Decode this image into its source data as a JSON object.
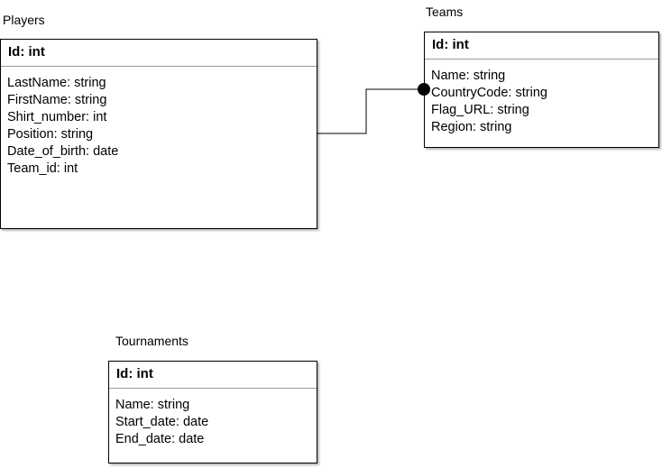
{
  "entities": {
    "players": {
      "label": "Players",
      "key": "Id: int",
      "fields": [
        "LastName: string",
        "FirstName: string",
        "Shirt_number: int",
        "Position: string",
        "Date_of_birth: date",
        "Team_id: int"
      ]
    },
    "teams": {
      "label": "Teams",
      "key": "Id: int",
      "fields": [
        "Name: string",
        "CountryCode: string",
        "Flag_URL: string",
        "Region: string"
      ]
    },
    "tournaments": {
      "label": "Tournaments",
      "key": "Id: int",
      "fields": [
        "Name: string",
        "Start_date: date",
        "End_date: date"
      ]
    }
  },
  "relations": [
    {
      "from": "players",
      "to": "teams",
      "end_marker": "filled-circle"
    }
  ],
  "colors": {
    "stroke": "#000000",
    "divider": "#9a9a9a",
    "background": "#ffffff"
  }
}
